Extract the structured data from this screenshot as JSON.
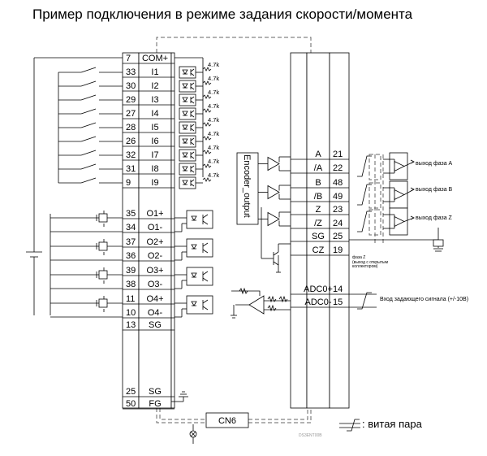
{
  "title": "Пример подключения в режиме задания скорости/момента",
  "cn1_pins": [
    {
      "pin": "7",
      "signal": "COM+"
    },
    {
      "pin": "33",
      "signal": "I1"
    },
    {
      "pin": "30",
      "signal": "I2"
    },
    {
      "pin": "29",
      "signal": "I3"
    },
    {
      "pin": "27",
      "signal": "I4"
    },
    {
      "pin": "28",
      "signal": "I5"
    },
    {
      "pin": "26",
      "signal": "I6"
    },
    {
      "pin": "32",
      "signal": "I7"
    },
    {
      "pin": "31",
      "signal": "I8"
    },
    {
      "pin": "9",
      "signal": "I9"
    },
    {
      "pin": "35",
      "signal": "O1+"
    },
    {
      "pin": "34",
      "signal": "O1-"
    },
    {
      "pin": "37",
      "signal": "O2+"
    },
    {
      "pin": "36",
      "signal": "O2-"
    },
    {
      "pin": "39",
      "signal": "O3+"
    },
    {
      "pin": "38",
      "signal": "O3-"
    },
    {
      "pin": "11",
      "signal": "O4+"
    },
    {
      "pin": "10",
      "signal": "O4-"
    },
    {
      "pin": "13",
      "signal": "SG"
    },
    {
      "pin": "25",
      "signal": "SG"
    },
    {
      "pin": "50",
      "signal": "FG"
    }
  ],
  "input_resistor_label": "4.7k",
  "encoder_label": "Encoder_output",
  "right_pins": [
    {
      "pin": "21",
      "signal": "A"
    },
    {
      "pin": "22",
      "signal": "/A"
    },
    {
      "pin": "48",
      "signal": "B"
    },
    {
      "pin": "49",
      "signal": "/B"
    },
    {
      "pin": "23",
      "signal": "Z"
    },
    {
      "pin": "24",
      "signal": "/Z"
    },
    {
      "pin": "25",
      "signal": "SG"
    },
    {
      "pin": "19",
      "signal": "CZ"
    },
    {
      "pin": "14",
      "signal": "ADC0+"
    },
    {
      "pin": "15",
      "signal": "ADC0-"
    }
  ],
  "outputs": {
    "phase_a": "выход фаза A",
    "phase_b": "выход фаза B",
    "phase_z": "выход фаза Z"
  },
  "cz_note": {
    "line1": "фаза Z",
    "line2": "(выход с открытым",
    "line3": "коллектором)"
  },
  "analog_input": "Вход задающего сигнала (+/-10В)",
  "cn6_label": "CN6",
  "legend": ": витая пара",
  "watermark": "DS3ENT00B"
}
